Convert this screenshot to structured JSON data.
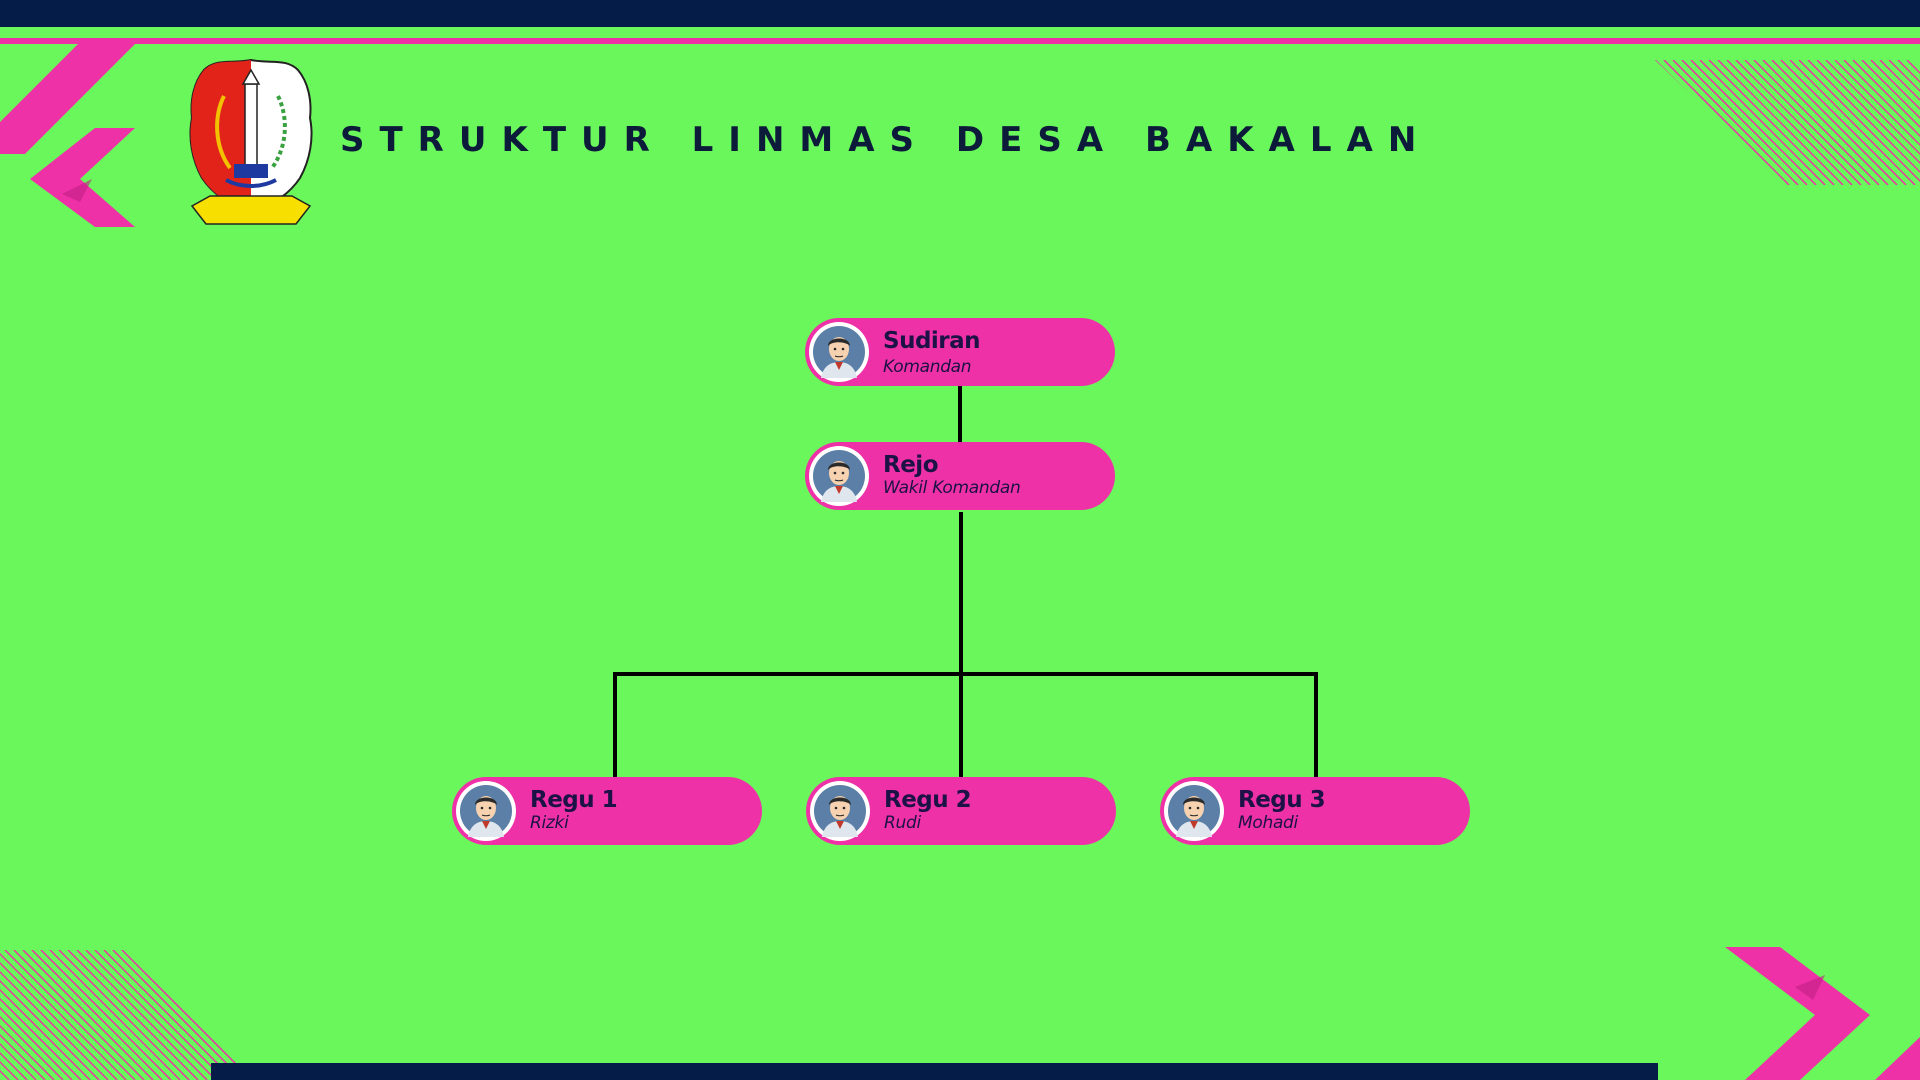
{
  "title": "STRUKTUR LINMAS DESA BAKALAN",
  "colors": {
    "background": "#6af75b",
    "accent_pink": "#ef31a7",
    "navy": "#041c47",
    "text_dark": "#1c1246"
  },
  "logo": {
    "icon": "regency-coat-of-arms-icon"
  },
  "org_chart": {
    "nodes": [
      {
        "id": "commander",
        "name": "Sudiran",
        "role": "Komandan",
        "avatar_icon": "person-avatar-icon"
      },
      {
        "id": "vice",
        "name": "Rejo",
        "role": "Wakil Komandan",
        "avatar_icon": "person-avatar-icon"
      },
      {
        "id": "regu1",
        "name": "Regu 1",
        "role": "Rizki",
        "avatar_icon": "person-avatar-icon"
      },
      {
        "id": "regu2",
        "name": "Regu 2",
        "role": "Rudi",
        "avatar_icon": "person-avatar-icon"
      },
      {
        "id": "regu3",
        "name": "Regu 3",
        "role": "Mohadi",
        "avatar_icon": "person-avatar-icon"
      }
    ],
    "edges": [
      {
        "from": "commander",
        "to": "vice"
      },
      {
        "from": "vice",
        "to": "regu1"
      },
      {
        "from": "vice",
        "to": "regu2"
      },
      {
        "from": "vice",
        "to": "regu3"
      }
    ]
  }
}
